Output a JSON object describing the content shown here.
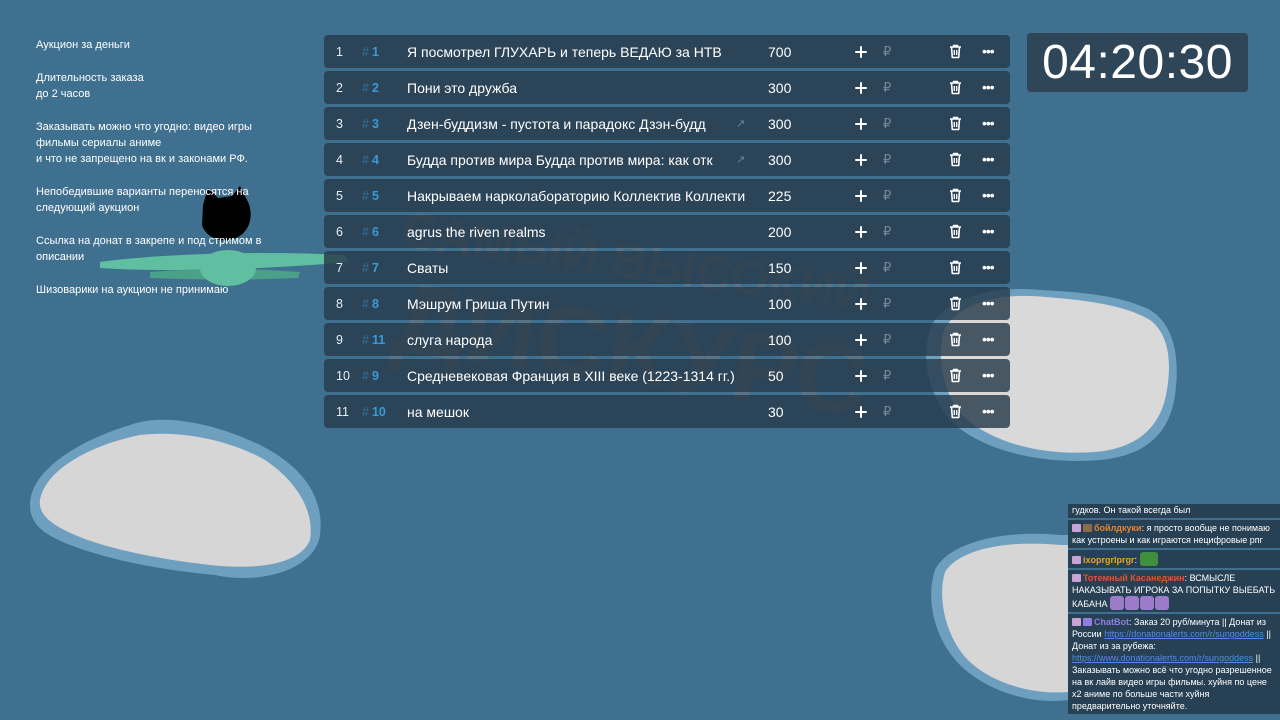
{
  "info": [
    "Аукцион за деньги",
    "Длительность заказа\nдо 2 часов",
    "Заказывать можно что угодно: видео игры\nфильмы сериалы аниме\nи что не запрещено на вк и законами РФ.",
    "Непобедившие варианты переносятся на\nследующий аукцион",
    "Ссылка на донат в закрепе и под стримом в\nописании",
    "Шизоварики на аукцион не принимаю"
  ],
  "watermark": "САМЫЙ ВЫСОКИЙ ДИСКУРС",
  "lots": [
    {
      "pos": "1",
      "id": "1",
      "name": "Я посмотрел ГЛУХАРЬ и теперь ВЕДАЮ за НТВ",
      "amount": "700",
      "link": false
    },
    {
      "pos": "2",
      "id": "2",
      "name": "Пони это дружба",
      "amount": "300",
      "link": false
    },
    {
      "pos": "3",
      "id": "3",
      "name": "Дзен-буддизм - пустота и парадокс Дзэн-будд",
      "amount": "300",
      "link": true
    },
    {
      "pos": "4",
      "id": "4",
      "name": "Будда против мира Будда против мира: как отк",
      "amount": "300",
      "link": true
    },
    {
      "pos": "5",
      "id": "5",
      "name": "Накрываем нарколабораторию Коллектив Коллекти",
      "amount": "225",
      "link": false
    },
    {
      "pos": "6",
      "id": "6",
      "name": "agrus the riven realms",
      "amount": "200",
      "link": false
    },
    {
      "pos": "7",
      "id": "7",
      "name": "Сваты",
      "amount": "150",
      "link": false
    },
    {
      "pos": "8",
      "id": "8",
      "name": "Мэшрум Гриша Путин",
      "amount": "100",
      "link": false
    },
    {
      "pos": "9",
      "id": "11",
      "name": "слуга народа",
      "amount": "100",
      "link": false
    },
    {
      "pos": "10",
      "id": "9",
      "name": "Средневековая Франция в XIII веке (1223-1314 гг.)",
      "amount": "50",
      "link": false
    },
    {
      "pos": "11",
      "id": "10",
      "name": "на мешок",
      "amount": "30",
      "link": false
    }
  ],
  "icons": {
    "hash": "#",
    "currency": "₽",
    "more": "•••",
    "link": "🔗"
  },
  "timer": "04:20:30",
  "chat": {
    "partial_top": "гудков. Он такой всегда был",
    "messages": [
      {
        "nick": "бойлдкуки",
        "nick_color": "#e8842e",
        "text": "я просто вообще не понимаю как устроены и как играются нецифровые рпг"
      },
      {
        "nick": "ixoprgrlprgr",
        "nick_color": "#e8a32e",
        "text": ""
      },
      {
        "nick": "Тотемный Касанеджин",
        "nick_color": "#e0552e",
        "text": "ВСМЫСЛЕ НАКАЗЫВАТЬ ИГРОКА ЗА ПОПЫТКУ ВЫЕБАТЬ КАБАНА"
      },
      {
        "nick": "ChatBot",
        "nick_color": "#8f7ee0",
        "text_a": "Заказ 20 руб/минута || Донат из России",
        "url_a": "https://donationalerts.com/r/sungoddess",
        "text_b": "|| Донат из за рубежа:",
        "url_b": "https://www.donationalerts.com/r/sungoddess",
        "text_c": "|| Заказывать можно всё что угодно разрешенное на вк лайв видео игры фильмы. хуйня по цене х2 аниме по больше части хуйня предварительно уточняйте."
      }
    ]
  },
  "colors": {
    "background": "#40708f",
    "row": "#283a4a",
    "row_id": "#3a9ad9",
    "cloud": "#d8d8d8",
    "plane": "#5fbfa0"
  }
}
